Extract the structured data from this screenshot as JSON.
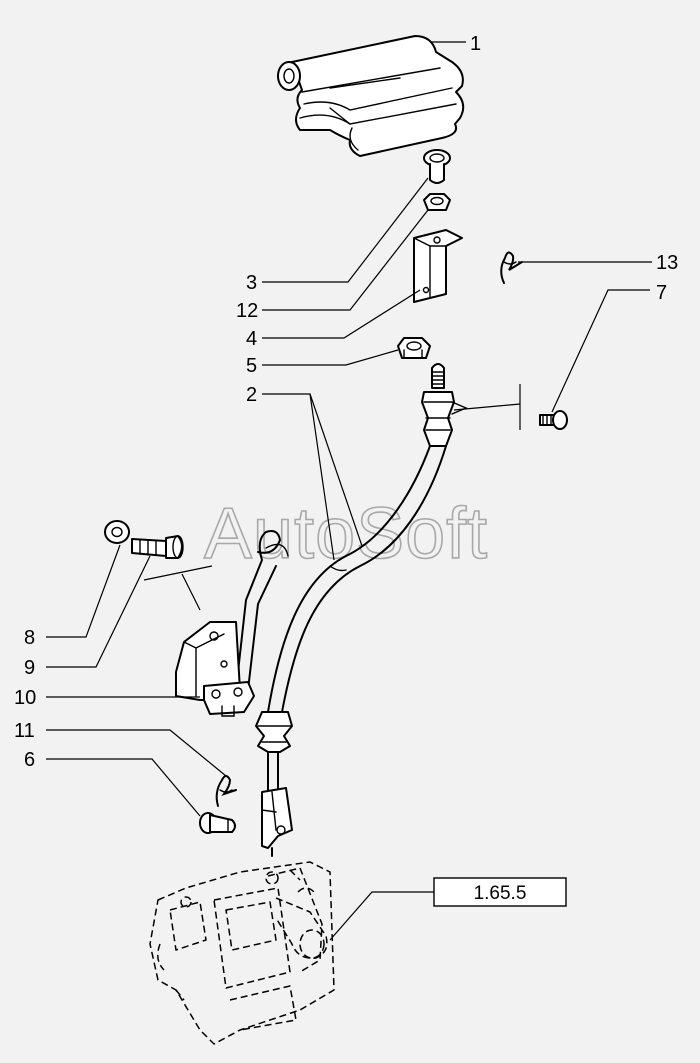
{
  "watermark": "AutoSoft",
  "reference_box": {
    "label": "1.65.5"
  },
  "callouts": [
    "1",
    "3",
    "12",
    "4",
    "5",
    "2",
    "13",
    "7",
    "8",
    "9",
    "10",
    "11",
    "6"
  ]
}
